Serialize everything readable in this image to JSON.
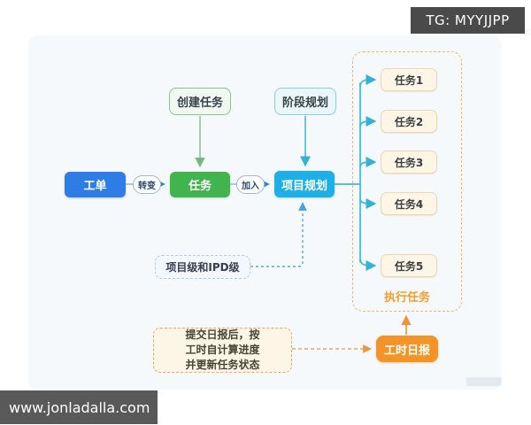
{
  "watermarks": {
    "tg_badge": "TG: MYYJJPP",
    "site_bar": "www.jonladalla.com"
  },
  "diagram": {
    "nodes": {
      "work_order": "工单",
      "task": "任务",
      "project_plan": "项目规划",
      "create_task": "创建任务",
      "stage_plan": "阶段规划",
      "project_ipd_level": "项目级和IPD级",
      "hours_daily_report": "工时日报",
      "execute_tasks_label": "执行任务"
    },
    "edges": {
      "transform": "转变",
      "join": "加入"
    },
    "subtasks": [
      "任务1",
      "任务2",
      "任务3",
      "任务4",
      "任务5"
    ],
    "note": {
      "line1": "提交日报后，按",
      "line2": "工时自计算进度",
      "line3": "并更新任务状态"
    },
    "colors": {
      "work_order_blue": "#2e7ce5",
      "task_green": "#42b44d",
      "project_plan_cyan": "#1db0e8",
      "orange_accent": "#f59426",
      "teal_connector": "#3fb9d6",
      "panel_bg": "#f5f9fc",
      "task_box_cream": "#fdf6e7",
      "dashed_container_orange": "#f0b96a"
    }
  }
}
